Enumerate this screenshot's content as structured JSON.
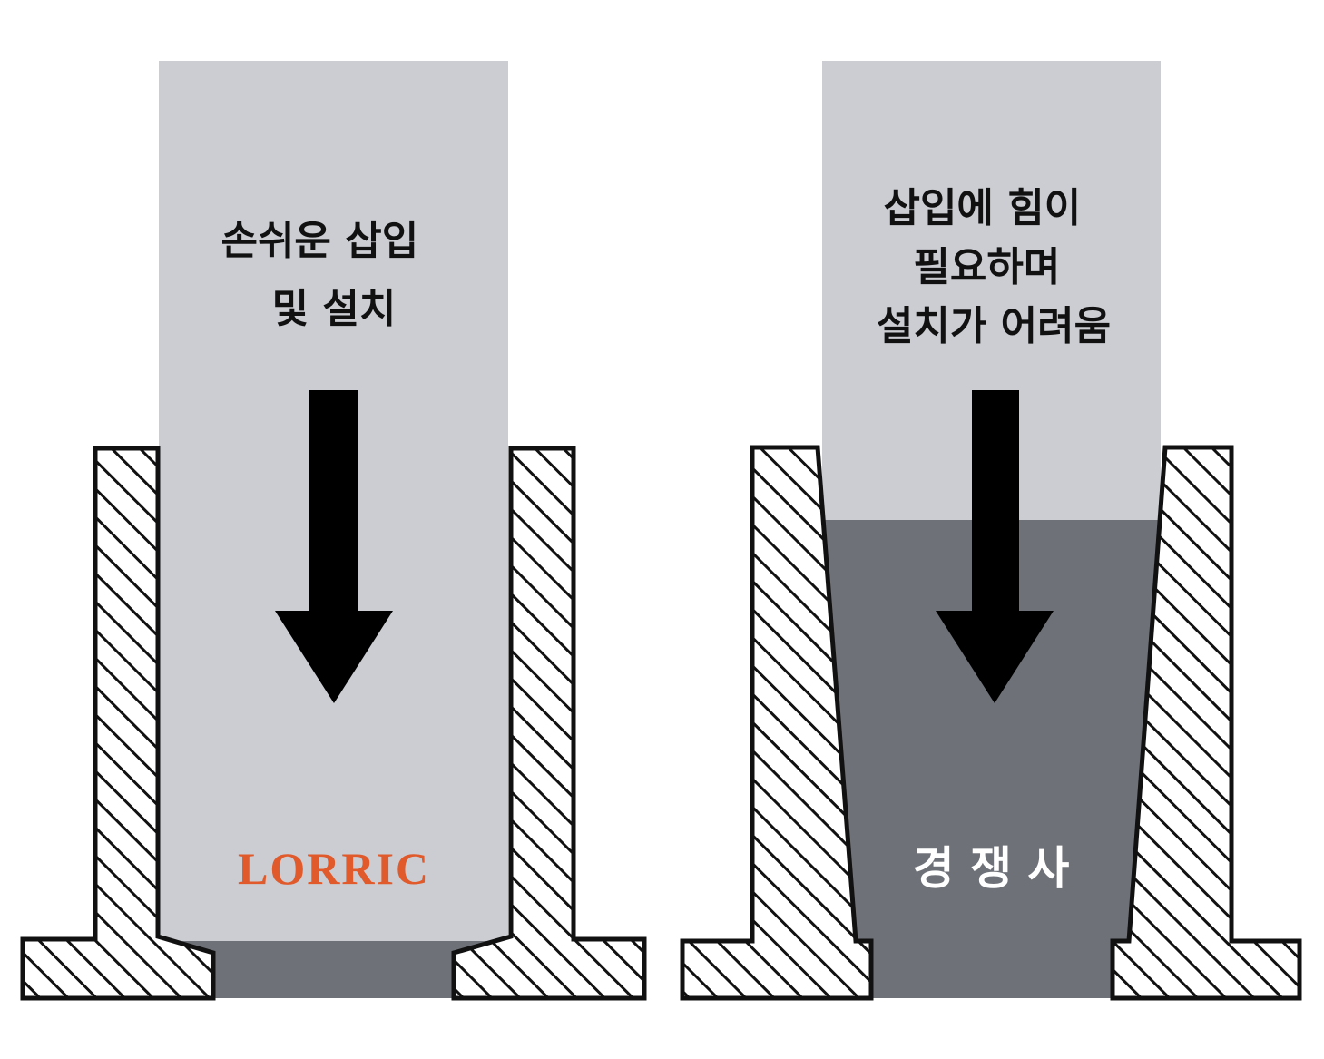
{
  "left_panel": {
    "caption_lines": [
      "손쉬운 삽입",
      "및 설치"
    ],
    "brand_name": "LORRIC"
  },
  "right_panel": {
    "caption_lines": [
      "삽입에 힘이",
      "필요하며",
      "설치가 어려움"
    ],
    "competitor_label": "경 쟁 사"
  },
  "colors": {
    "light_gray": "#cbcdd2",
    "dark_gray": "#6e7177",
    "outline": "#111111",
    "brand": "#e05a2b",
    "arrow": "#000000"
  },
  "icons": [
    "down-arrow-icon",
    "down-arrow-icon"
  ]
}
